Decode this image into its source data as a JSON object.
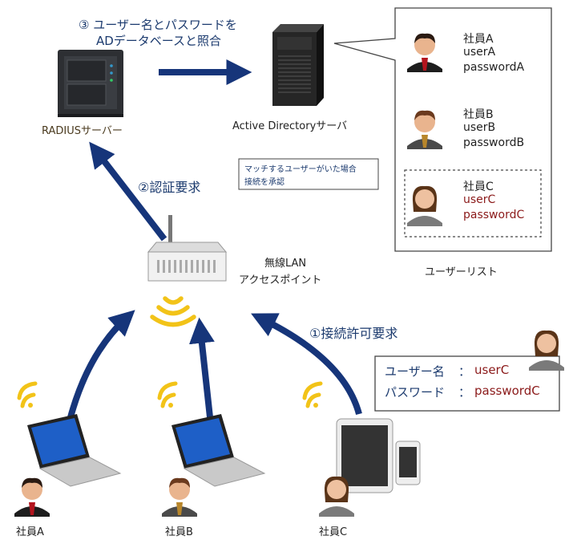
{
  "step3": {
    "line1": "③ ユーザー名とパスワードを",
    "line2": "ADデータベースと照合"
  },
  "radius_label": "RADIUSサーバー",
  "ad_label": "Active Directoryサーバ",
  "step2": "②認証要求",
  "step1": "①接続許可要求",
  "ap_label": {
    "line1": "無線LAN",
    "line2": "アクセスポイント"
  },
  "callout": {
    "line1": "マッチするユーザーがいた場合",
    "line2": "接続を承認"
  },
  "user_list_title": "ユーザーリスト",
  "users": [
    {
      "name": "社員A",
      "user": "userA",
      "pass": "passwordA"
    },
    {
      "name": "社員B",
      "user": "userB",
      "pass": "passwordB"
    },
    {
      "name": "社員C",
      "user": "userC",
      "pass": "passwordC"
    }
  ],
  "credentials": {
    "user_label": "ユーザー名",
    "sep": "：",
    "user_value": "userC",
    "pass_label": "パスワード",
    "pass_value": "passwordC"
  },
  "bottom_labels": [
    "社員A",
    "社員B",
    "社員C"
  ],
  "colors": {
    "arrow": "#16357a",
    "wifi": "#f2c318",
    "match_text": "#8b1a1a",
    "label_text": "#1b3a6e"
  },
  "icons": [
    "nas-server-icon",
    "tower-server-icon",
    "wireless-router-icon",
    "wifi-signal-icon",
    "laptop-icon",
    "tablet-icon",
    "smartphone-icon",
    "businessman-icon",
    "businesswoman-icon"
  ]
}
